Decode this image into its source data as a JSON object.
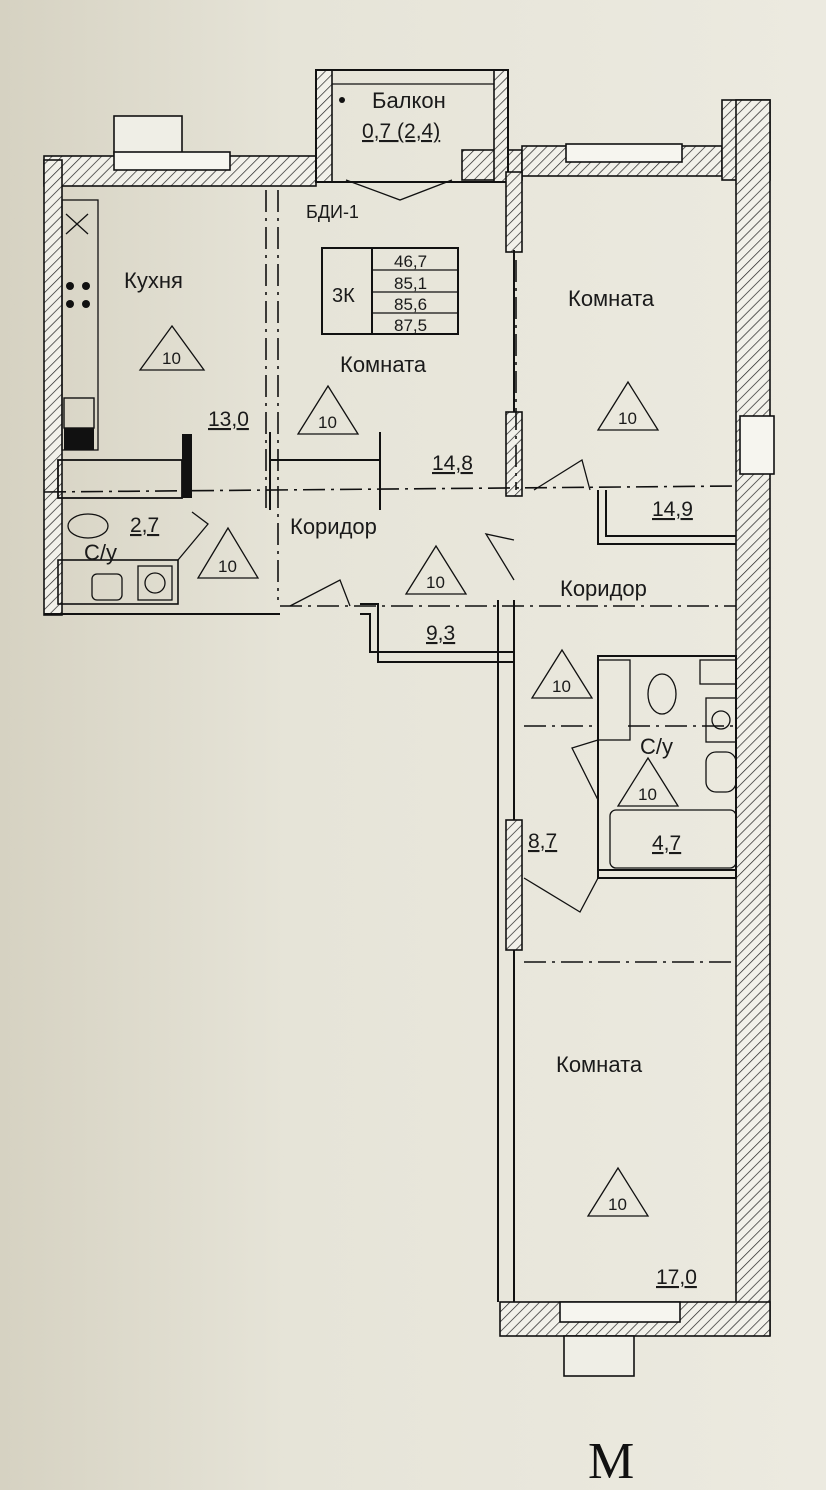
{
  "balcony": {
    "name": "Балкон",
    "area": "0,7 (2,4)"
  },
  "type_code": "БДИ-1",
  "summary": {
    "rooms_label": "3К",
    "areas": [
      "46,7",
      "85,1",
      "85,6",
      "87,5"
    ]
  },
  "rooms": [
    {
      "id": "kitchen",
      "name": "Кухня",
      "area": "13,0",
      "marker": "10"
    },
    {
      "id": "room-center",
      "name": "Комната",
      "area": "14,8",
      "marker": "10"
    },
    {
      "id": "room-right",
      "name": "Комната",
      "area": "14,9",
      "marker": "10"
    },
    {
      "id": "corridor-left",
      "name": "Коридор",
      "area": "9,3",
      "marker": "10"
    },
    {
      "id": "corridor-right",
      "name": "Коридор",
      "area": "8,7",
      "marker": "10"
    },
    {
      "id": "bath-left",
      "name": "С/у",
      "area": "2,7",
      "marker": "10"
    },
    {
      "id": "bath-right",
      "name": "С/у",
      "area": "4,7",
      "marker": "10"
    },
    {
      "id": "room-bottom",
      "name": "Комната",
      "area": "17,0",
      "marker": "10"
    }
  ],
  "footer_text": "М"
}
